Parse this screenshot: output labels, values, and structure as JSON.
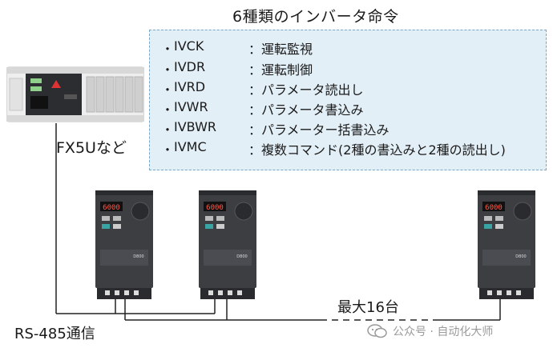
{
  "title": "6種類のインバータ命令",
  "commands": [
    {
      "bullet": "・",
      "code": "IVCK",
      "desc": "：運転監視"
    },
    {
      "bullet": "・",
      "code": "IVDR",
      "desc": "：運転制御"
    },
    {
      "bullet": "・",
      "code": "IVRD",
      "desc": "：パラメータ読出し"
    },
    {
      "bullet": "・",
      "code": "IVWR",
      "desc": "：パラメータ書込み"
    },
    {
      "bullet": "・",
      "code": "IVBWR",
      "desc": "：パラメーター括書込み"
    },
    {
      "bullet": "・",
      "code": "IVMC",
      "desc": "：複数コマンド(2種の書込みと2種の読出し)"
    }
  ],
  "plc_label": "FX5Uなど",
  "comm_label": "RS-485通信",
  "max_label": "最大16台",
  "inverter_display": "6000",
  "inverter_brand": "D800",
  "watermark": "公众号 · 自动化大师",
  "colors": {
    "box_fill": "#e3eff7",
    "box_border": "#7aa6c8",
    "inverter_body": "#3c3e42",
    "line": "#222222"
  }
}
